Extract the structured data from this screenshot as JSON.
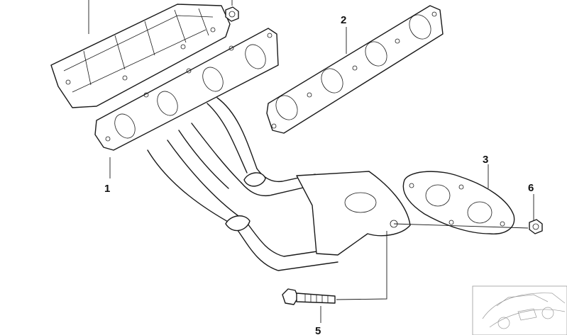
{
  "diagram": {
    "callouts": [
      {
        "id": "1",
        "label": "1"
      },
      {
        "id": "2",
        "label": "2"
      },
      {
        "id": "3",
        "label": "3"
      },
      {
        "id": "5",
        "label": "5"
      },
      {
        "id": "6",
        "label": "6"
      }
    ]
  }
}
